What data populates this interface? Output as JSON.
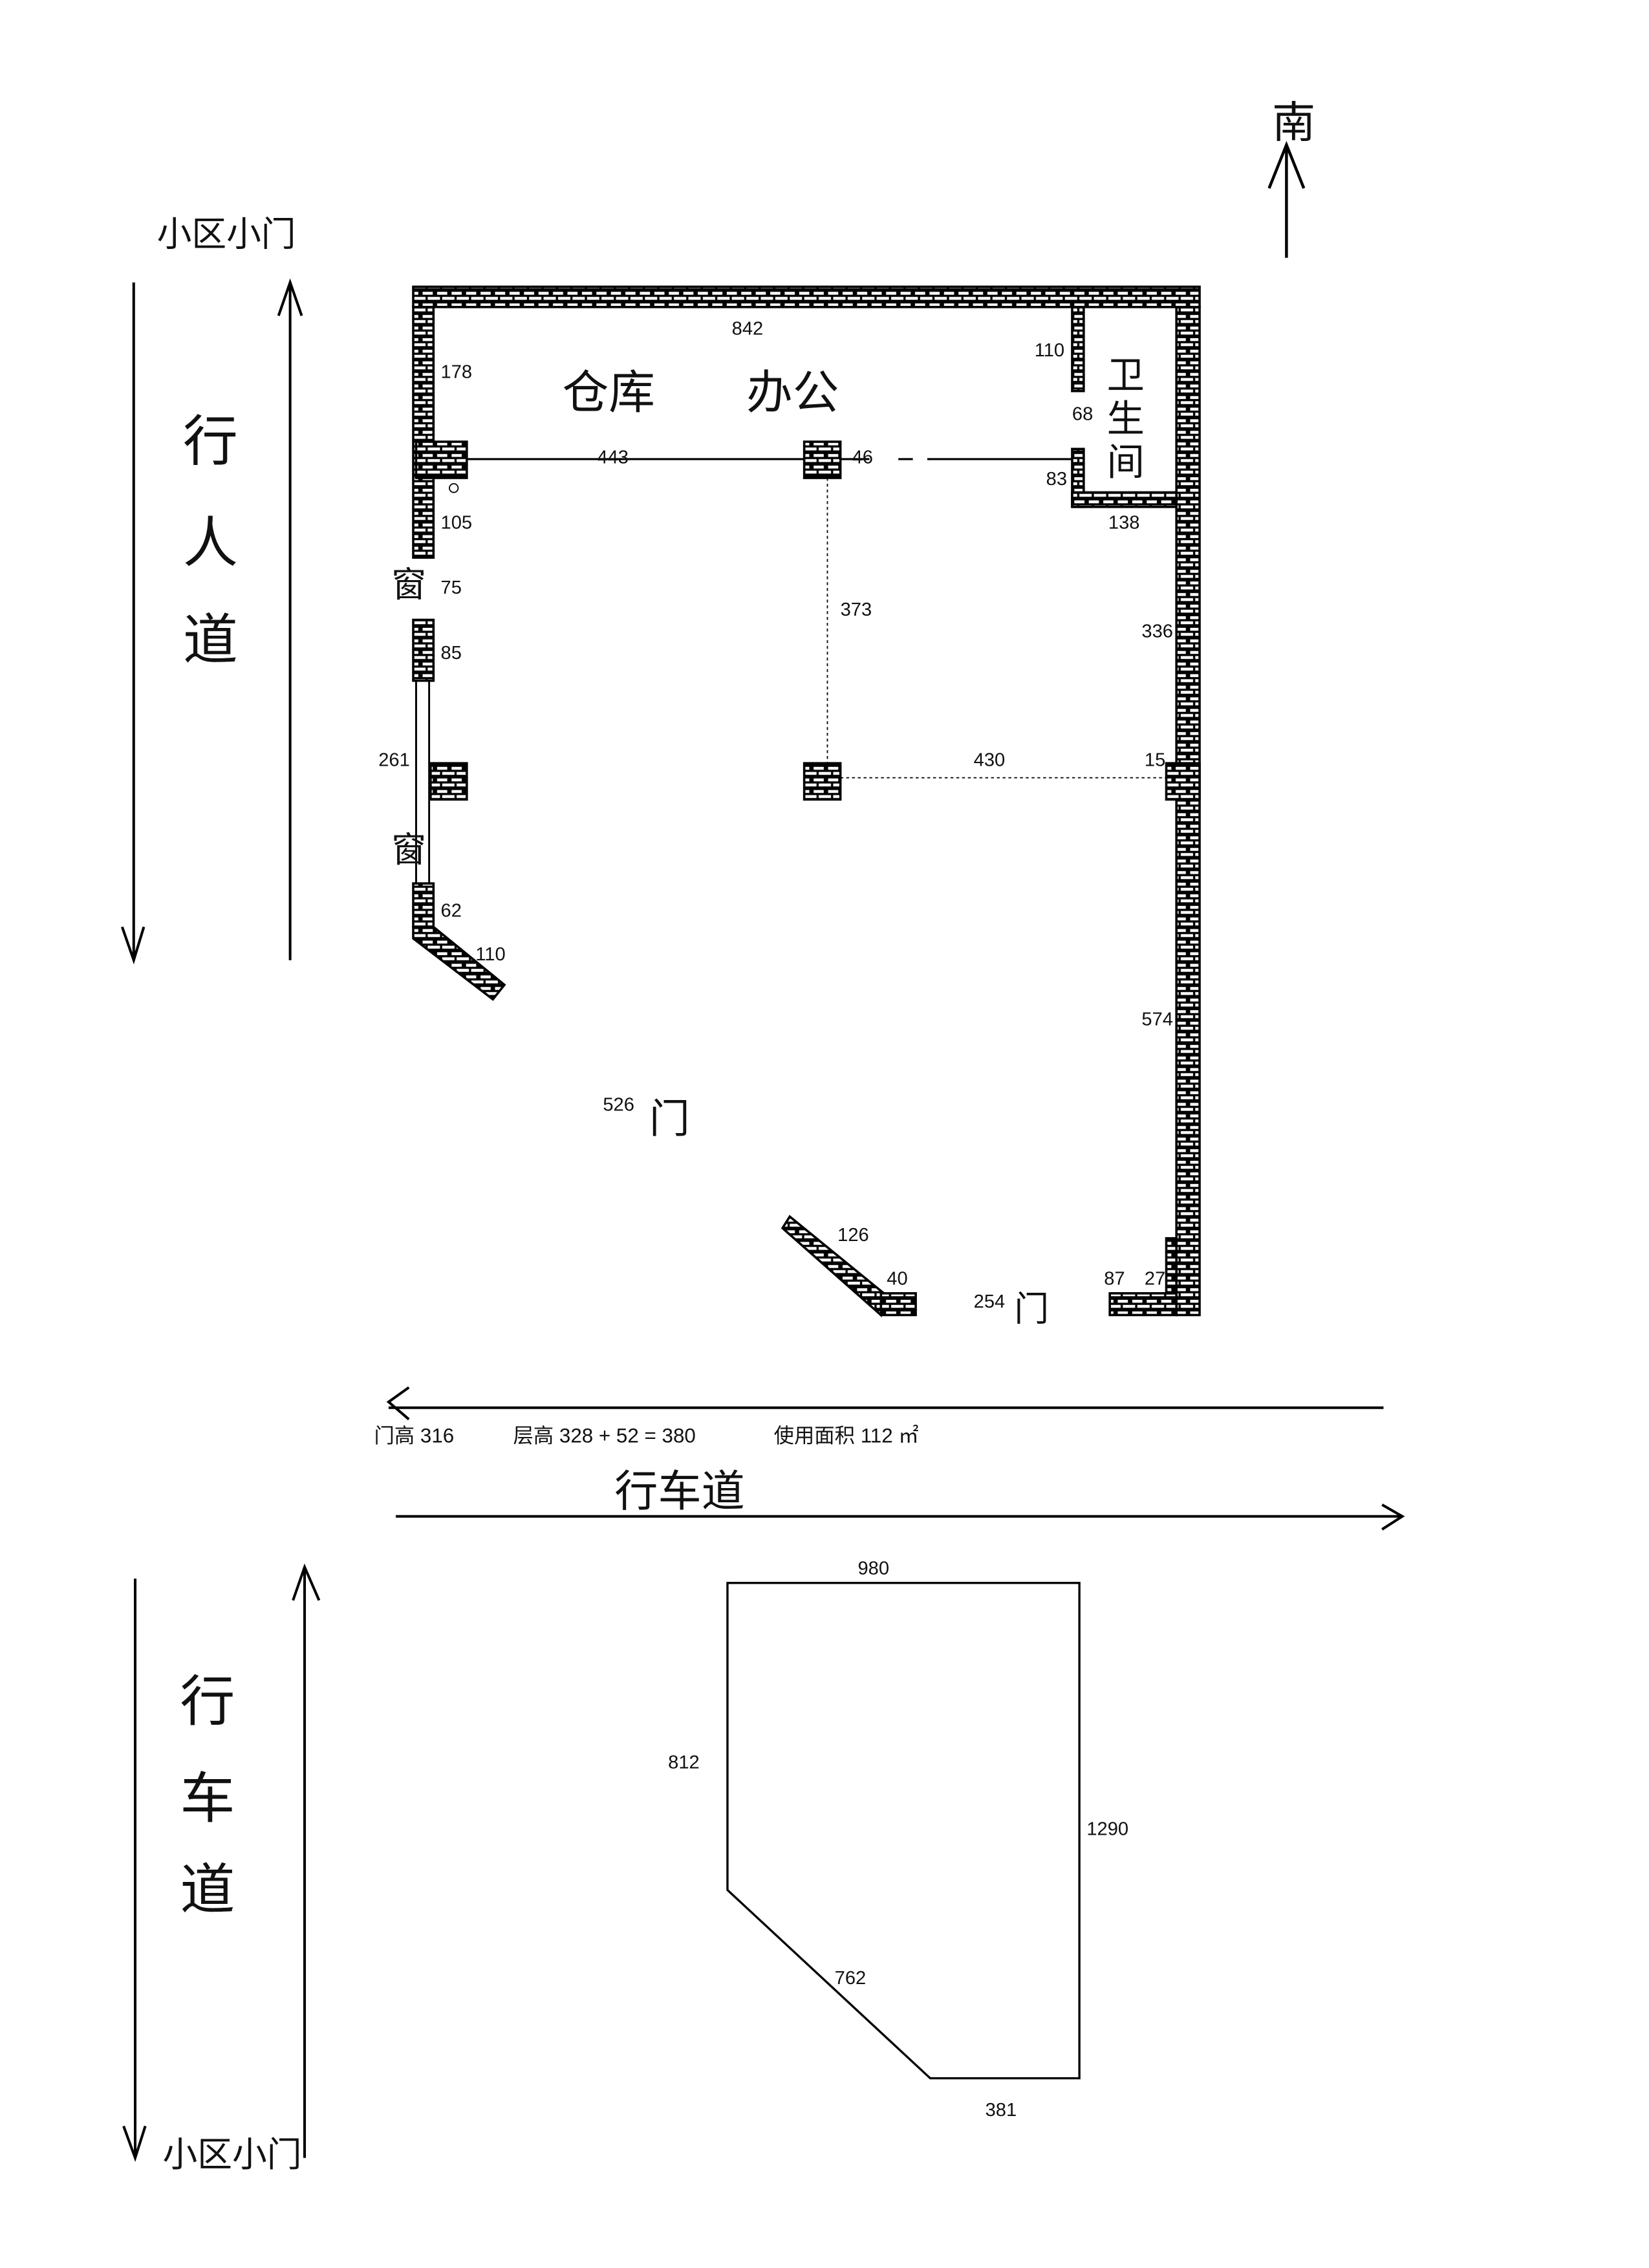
{
  "compass": {
    "label": "南"
  },
  "gate_top": "小区小门",
  "gate_bottom": "小区小门",
  "sidewalk": [
    "行",
    "人",
    "道"
  ],
  "roadway_side": [
    "行",
    "车",
    "道"
  ],
  "roadway_bottom": "行车道",
  "rooms": {
    "warehouse": "仓库",
    "office": "办公",
    "bathroom": [
      "卫",
      "生",
      "间"
    ]
  },
  "window_labels": [
    "窗",
    "窗"
  ],
  "door_labels": [
    "门",
    "门"
  ],
  "dimensions": {
    "top": "842",
    "left_upper": "178",
    "bath_wall": "110",
    "bath_gap": "68",
    "bath_lower": "83",
    "bath_bottom": "138",
    "partition_left": "443",
    "partition_col": "46",
    "left_105": "105",
    "left_75": "75",
    "left_85": "85",
    "window": "261",
    "left_62": "62",
    "diag_left": "110",
    "col_vertical": "373",
    "col_horizontal": "430",
    "right_15": "15",
    "right_336": "336",
    "right_574": "574",
    "door_left": "526",
    "diag_bottom": "126",
    "bottom_40": "40",
    "door_bottom": "254",
    "bottom_87": "87",
    "bottom_27": "27"
  },
  "caption": {
    "door_height": "门高 316",
    "floor_height": "层高 328 + 52 = 380",
    "usable_area": "使用面积 112 ㎡"
  },
  "outline": {
    "top": "980",
    "left": "812",
    "right": "1290",
    "diagonal": "762",
    "bottom": "381"
  }
}
